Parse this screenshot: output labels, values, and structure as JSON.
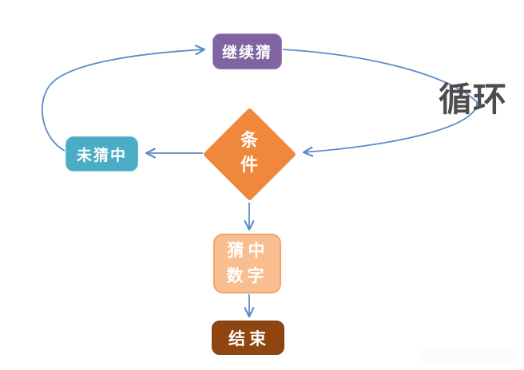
{
  "diagram": {
    "background": "#FFFFFF",
    "connector_color": "#5B8BC9",
    "nodes": {
      "continue_guess": {
        "label": "继续猜",
        "shape": "rounded-rect",
        "fill": "#8064A2",
        "text_color": "#FFFFFF"
      },
      "condition": {
        "label": "条件",
        "shape": "diamond",
        "fill": "#F0883C",
        "text_color": "#FFFFFF"
      },
      "not_guessed": {
        "label": "未猜中",
        "shape": "rounded-rect",
        "fill": "#4BACC6",
        "text_color": "#FFFFFF"
      },
      "guessed_number": {
        "label": "猜中数字",
        "shape": "rounded-rect",
        "fill": "#F9BE90",
        "text_color": "#FFFFFF"
      },
      "end": {
        "label": "结束",
        "shape": "rounded-rect",
        "fill": "#8E4510",
        "text_color": "#FFFFFF"
      }
    },
    "annotation": {
      "loop_label": "循环",
      "color": "#4D4D4D"
    },
    "edges": [
      {
        "from": "condition",
        "to": "not_guessed",
        "style": "straight-left-arrow"
      },
      {
        "from": "not_guessed",
        "to": "continue_guess",
        "style": "curved-loop-left"
      },
      {
        "from": "continue_guess",
        "to": "condition",
        "style": "curved-loop-right"
      },
      {
        "from": "condition",
        "to": "guessed_number",
        "style": "straight-down-arrow"
      },
      {
        "from": "guessed_number",
        "to": "end",
        "style": "straight-down-arrow"
      }
    ]
  }
}
